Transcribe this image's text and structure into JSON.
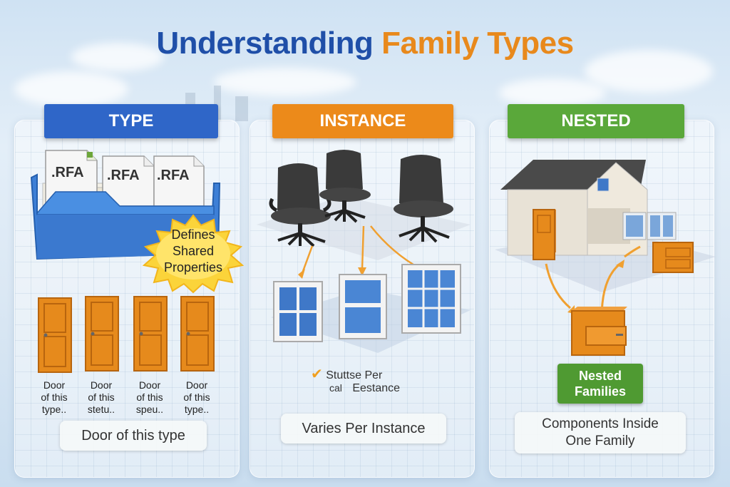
{
  "title": {
    "part1": "Understanding",
    "part2": "Family Types"
  },
  "colors": {
    "type": "#2f66c8",
    "instance": "#ec8a1a",
    "nested": "#5aa83a",
    "title_blue": "#1f4fa8",
    "title_orange": "#e8891c"
  },
  "type_panel": {
    "banner": "TYPE",
    "files": [
      ".RFA",
      ".RFA",
      ".RFA"
    ],
    "badge_lines": [
      "Defines",
      "Shared",
      "Properties"
    ],
    "door_labels": [
      [
        "Door",
        "of this",
        "type.."
      ],
      [
        "Door",
        "of this",
        "stetu.."
      ],
      [
        "Door",
        "of this",
        "speu.."
      ],
      [
        "Door",
        "of this",
        "type.."
      ]
    ],
    "caption": "Door of this type"
  },
  "instance_panel": {
    "banner": "INSTANCE",
    "note_line1": "Stuttse Per",
    "note_line2a": "cal",
    "note_line2b": "Eestance",
    "caption": "Varies Per Instance"
  },
  "nested_panel": {
    "banner": "NESTED",
    "badge_lines": [
      "Nested",
      "Families"
    ],
    "caption_lines": [
      "Components Inside",
      "One Family"
    ]
  }
}
